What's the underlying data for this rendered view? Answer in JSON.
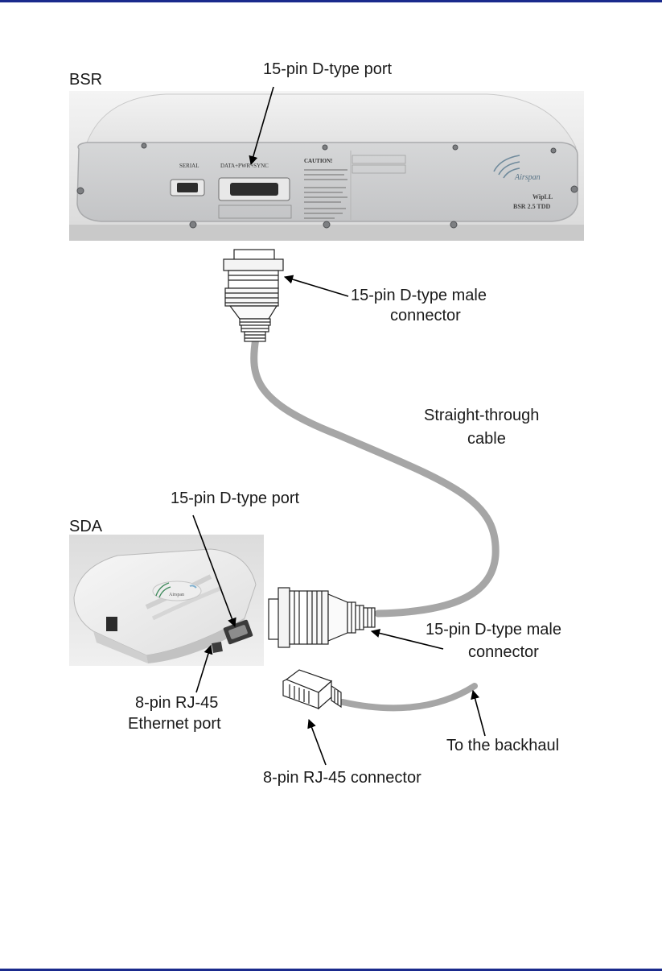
{
  "diagram": {
    "bsr": {
      "title": "BSR",
      "port_label": "15-pin D-type port",
      "panel_text": {
        "serial": "SERIAL",
        "data_pwr_sync": "DATA+PWR+SYNC",
        "caution": "CAUTION!",
        "brand": "Airspan",
        "model_line1": "WipLL",
        "model_line2": "BSR 2.5 TDD"
      }
    },
    "bsr_connector": {
      "label_line1": "15-pin D-type male",
      "label_line2": "connector"
    },
    "cable": {
      "label_line1": "Straight-through",
      "label_line2": "cable"
    },
    "sda": {
      "title": "SDA",
      "port_label": "15-pin D-type port",
      "eth_label_line1": "8-pin RJ-45",
      "eth_label_line2": "Ethernet port",
      "brand": "Airspan"
    },
    "sda_connector": {
      "label_line1": "15-pin D-type male",
      "label_line2": "connector"
    },
    "rj45_connector": {
      "label": "8-pin RJ-45 connector"
    },
    "backhaul": {
      "label": "To the backhaul"
    }
  }
}
